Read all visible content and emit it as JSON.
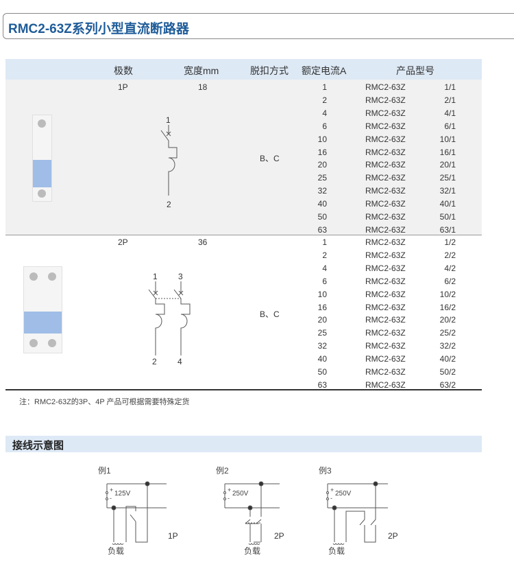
{
  "title": "RMC2-63Z系列小型直流断路器",
  "table": {
    "headers": [
      "极数",
      "宽度mm",
      "脱扣方式",
      "额定电流A",
      "产品型号"
    ],
    "groups": [
      {
        "poles": "1P",
        "width": "18",
        "trip": "B、C",
        "currents": [
          "1",
          "2",
          "4",
          "6",
          "10",
          "16",
          "20",
          "25",
          "32",
          "40",
          "50",
          "63"
        ],
        "model": "RMC2-63Z",
        "specs": [
          "1/1",
          "2/1",
          "4/1",
          "6/1",
          "10/1",
          "16/1",
          "20/1",
          "25/1",
          "32/1",
          "40/1",
          "50/1",
          "63/1"
        ],
        "diagram_labels": [
          "1",
          "2"
        ]
      },
      {
        "poles": "2P",
        "width": "36",
        "trip": "B、C",
        "currents": [
          "1",
          "2",
          "4",
          "6",
          "10",
          "16",
          "20",
          "25",
          "32",
          "40",
          "50",
          "63"
        ],
        "model": "RMC2-63Z",
        "specs": [
          "1/2",
          "2/2",
          "4/2",
          "6/2",
          "10/2",
          "16/2",
          "20/2",
          "25/2",
          "32/2",
          "40/2",
          "50/2",
          "63/2"
        ],
        "diagram_labels": [
          "1",
          "3",
          "2",
          "4"
        ]
      }
    ]
  },
  "note": "注：RMC2-63Z的3P、4P 产品可根据需要特殊定货",
  "wiring": {
    "title": "接线示意图",
    "examples": [
      {
        "label": "例1",
        "voltage": "125V",
        "type": "1P",
        "load": "负载"
      },
      {
        "label": "例2",
        "voltage": "250V",
        "type": "2P",
        "load": "负载"
      },
      {
        "label": "例3",
        "voltage": "250V",
        "type": "2P",
        "load": "负载"
      }
    ]
  },
  "colors": {
    "title": "#1f5c99",
    "header_bg": "#dde9f5",
    "group_bg": "#f1f1f1"
  }
}
